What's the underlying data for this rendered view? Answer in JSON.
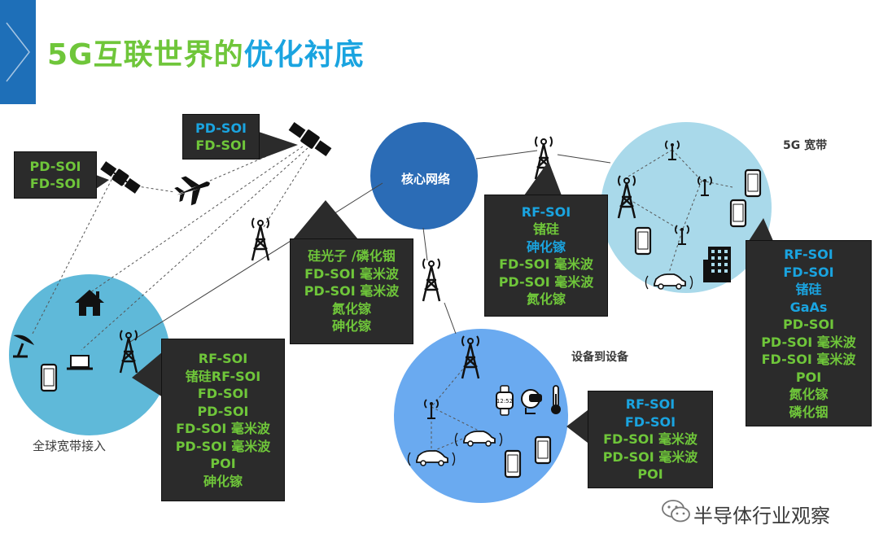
{
  "title": {
    "part1": "5G互联世界的",
    "part2": "优化衬底"
  },
  "colors": {
    "green": "#6fc63a",
    "blue": "#1aa4e0",
    "dark": "#2b2b2b",
    "accent": "#1e6fb8",
    "core": "#2b6cb6",
    "light_blue": "#5fb9d9",
    "pale_blue": "#a9d9ea",
    "device_blue": "#6aaaf0"
  },
  "nodes": {
    "core_network": "核心网络",
    "broadband_5g": "5G 宽带",
    "device_to_device": "设备到设备",
    "global_broadband": "全球宽带接入"
  },
  "callouts": {
    "satellite_left": [
      {
        "text": "PD-SOI",
        "color": "green"
      },
      {
        "text": "FD-SOI",
        "color": "green"
      }
    ],
    "satellite_top": [
      {
        "text": "PD-SOI",
        "color": "blue"
      },
      {
        "text": "FD-SOI",
        "color": "green"
      }
    ],
    "core_link": [
      {
        "text": "硅光子 /磷化铟",
        "color": "green"
      },
      {
        "text": "FD-SOI 毫米波",
        "color": "green"
      },
      {
        "text": "PD-SOI 毫米波",
        "color": "green"
      },
      {
        "text": "氮化镓",
        "color": "green"
      },
      {
        "text": "砷化镓",
        "color": "green"
      }
    ],
    "tower_mid": [
      {
        "text": "RF-SOI",
        "color": "blue"
      },
      {
        "text": "锗硅",
        "color": "green"
      },
      {
        "text": "砷化镓",
        "color": "blue"
      },
      {
        "text": "FD-SOI 毫米波",
        "color": "green"
      },
      {
        "text": "PD-SOI 毫米波",
        "color": "green"
      },
      {
        "text": "氮化镓",
        "color": "green"
      }
    ],
    "broadband_5g": [
      {
        "text": "RF-SOI",
        "color": "blue"
      },
      {
        "text": "FD-SOI",
        "color": "blue"
      },
      {
        "text": "锗硅",
        "color": "blue"
      },
      {
        "text": "GaAs",
        "color": "blue"
      },
      {
        "text": "PD-SOI",
        "color": "green"
      },
      {
        "text": "PD-SOI 毫米波",
        "color": "green"
      },
      {
        "text": "FD-SOI 毫米波",
        "color": "green"
      },
      {
        "text": "POI",
        "color": "green"
      },
      {
        "text": "氮化镓",
        "color": "green"
      },
      {
        "text": "磷化铟",
        "color": "green"
      }
    ],
    "global_access": [
      {
        "text": "RF-SOI",
        "color": "green"
      },
      {
        "text": "锗硅RF-SOI",
        "color": "green"
      },
      {
        "text": "FD-SOI",
        "color": "green"
      },
      {
        "text": "PD-SOI",
        "color": "green"
      },
      {
        "text": "FD-SOI 毫米波",
        "color": "green"
      },
      {
        "text": "PD-SOI 毫米波",
        "color": "green"
      },
      {
        "text": "POI",
        "color": "green"
      },
      {
        "text": "砷化镓",
        "color": "green"
      }
    ],
    "device_to_device": [
      {
        "text": "RF-SOI",
        "color": "blue"
      },
      {
        "text": "FD-SOI",
        "color": "blue"
      },
      {
        "text": "FD-SOI 毫米波",
        "color": "green"
      },
      {
        "text": "PD-SOI 毫米波",
        "color": "green"
      },
      {
        "text": "POI",
        "color": "green"
      }
    ]
  },
  "watch_time": "12:52",
  "watermark": "半导体行业观察",
  "icons": [
    "satellite-icon",
    "airplane-icon",
    "cell-tower-icon",
    "house-icon",
    "satellite-dish-icon",
    "phone-icon",
    "laptop-icon",
    "building-icon",
    "car-icon",
    "smartwatch-icon",
    "vr-headset-icon",
    "thermometer-icon",
    "wechat-icon"
  ]
}
